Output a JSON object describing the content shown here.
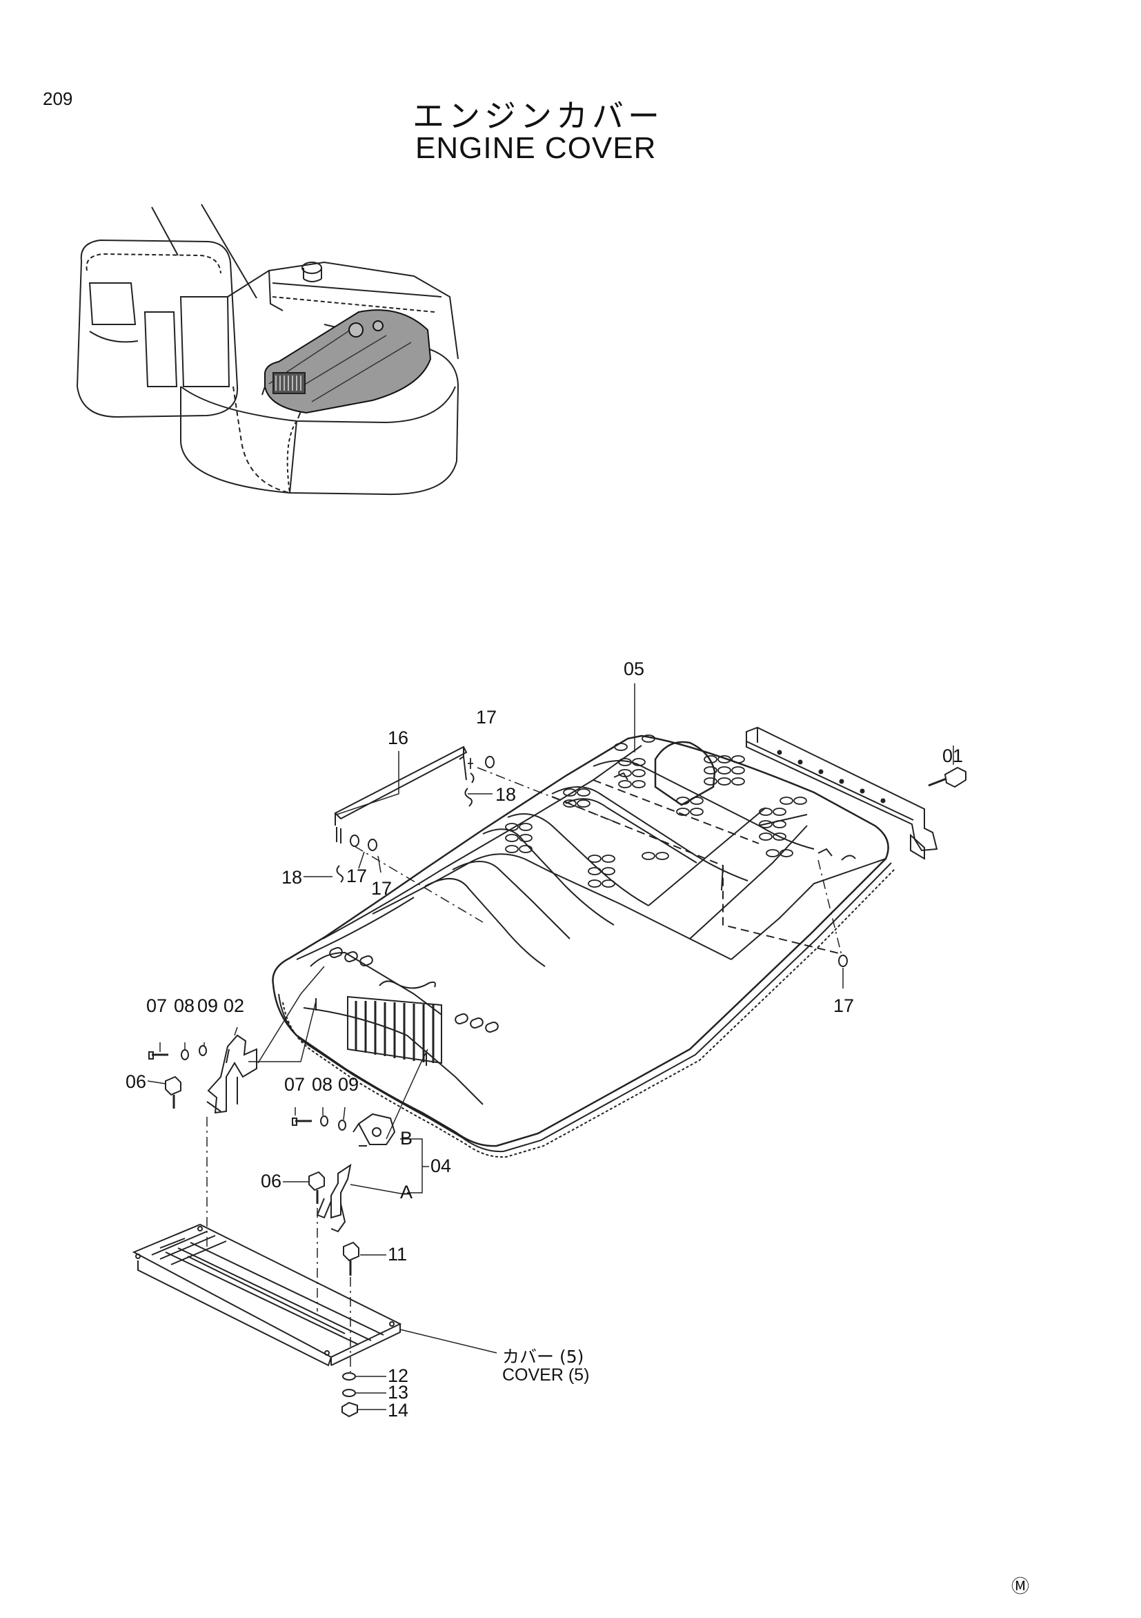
{
  "page_number": "209",
  "title_jp": "エンジンカバー",
  "title_en": "ENGINE COVER",
  "callouts": {
    "p01": "01",
    "p02": "02",
    "p04": "04",
    "p05": "05",
    "p06a": "06",
    "p06b": "06",
    "p07a": "07",
    "p07b": "07",
    "p08a": "08",
    "p08b": "08",
    "p09a": "09",
    "p09b": "09",
    "p11": "11",
    "p12": "12",
    "p13": "13",
    "p14": "14",
    "p16": "16",
    "p17a": "17",
    "p17b": "17",
    "p17c": "17",
    "p17d": "17",
    "p18a": "18",
    "p18b": "18",
    "a": "A",
    "b": "B"
  },
  "cover_note_jp": "カバー (5)",
  "cover_note_en": "COVER (5)",
  "maker_mark": "Ⓜ"
}
